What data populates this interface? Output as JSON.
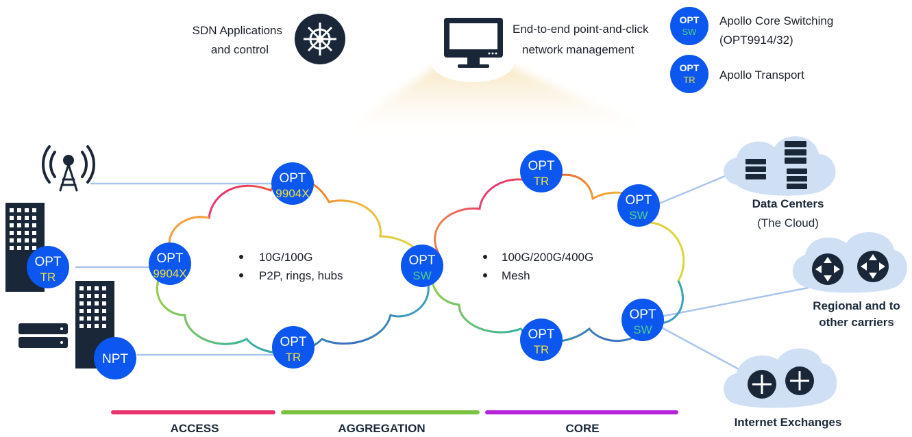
{
  "top": {
    "sdn_label_lines": [
      "SDN Applications",
      "and control"
    ],
    "mgmt_label_lines": [
      "End-to-end point-and-click",
      "network management"
    ]
  },
  "legend": {
    "items": [
      {
        "badge_top": "OPT",
        "badge_bottom": "SW",
        "text_lines": [
          "Apollo Core Switching",
          "(OPT9914/32)"
        ]
      },
      {
        "badge_top": "OPT",
        "badge_bottom": "TR",
        "text_lines": [
          "Apollo Transport"
        ]
      }
    ]
  },
  "clouds": {
    "access": {
      "bullets": [
        "10G/100G",
        "P2P, rings, hubs"
      ]
    },
    "core": {
      "bullets": [
        "100G/200G/400G",
        "Mesh"
      ]
    }
  },
  "nodes": [
    {
      "id": "opt-9904x-top",
      "top": "OPT",
      "bottom": "9904X"
    },
    {
      "id": "opt-9904x-left",
      "top": "OPT",
      "bottom": "9904X"
    },
    {
      "id": "opt-tr-building",
      "top": "OPT",
      "bottom": "TR"
    },
    {
      "id": "opt-sw-mid",
      "top": "OPT",
      "bottom": "SW"
    },
    {
      "id": "opt-tr-bottom-access",
      "top": "OPT",
      "bottom": "TR"
    },
    {
      "id": "npt",
      "top": "NPT",
      "bottom": ""
    },
    {
      "id": "opt-tr-core-top",
      "top": "OPT",
      "bottom": "TR"
    },
    {
      "id": "opt-sw-core-right-top",
      "top": "OPT",
      "bottom": "SW"
    },
    {
      "id": "opt-sw-core-right-bottom",
      "top": "OPT",
      "bottom": "SW"
    },
    {
      "id": "opt-tr-core-bottom",
      "top": "OPT",
      "bottom": "TR"
    }
  ],
  "destinations": {
    "data_centers": [
      "Data Centers",
      "(The Cloud)"
    ],
    "regional": [
      "Regional and to",
      "other carriers"
    ],
    "internet": [
      "Internet Exchanges"
    ]
  },
  "segments": [
    {
      "label": "ACCESS",
      "color": "#e8336f"
    },
    {
      "label": "AGGREGATION",
      "color": "#7cc242"
    },
    {
      "label": "CORE",
      "color": "#b624d9"
    }
  ],
  "colors": {
    "node_blue": "#0b57f0",
    "sub_yellow": "#f0e13a",
    "sub_green": "#4fd08a",
    "dark": "#1a2738",
    "cloud_fill": "#cfe0f4",
    "link": "#a9c4ec"
  },
  "icons": {
    "sdn": "ship-wheel-icon",
    "mgmt": "monitor-icon",
    "tower": "radio-tower-icon",
    "server": "server-icon",
    "router": "router-icon"
  }
}
